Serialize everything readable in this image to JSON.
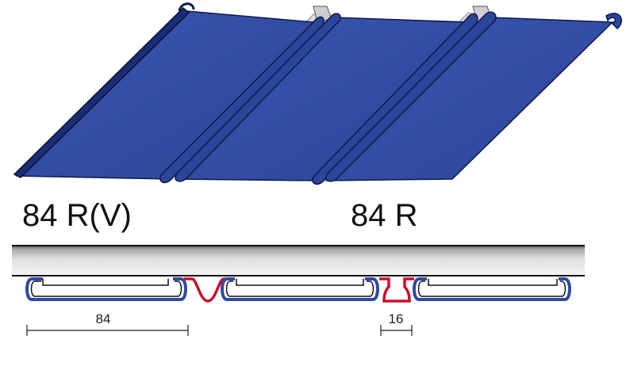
{
  "labels": {
    "left_profile": "84 R(V)",
    "right_profile": "84 R"
  },
  "dimensions": {
    "panel_width": "84",
    "gap_width": "16"
  },
  "colors": {
    "panel_blue": "#2f4aa0",
    "panel_blue_dark": "#1b2f78",
    "filler_grey": "#c8c8c8",
    "filler_red": "#c8102e",
    "outline": "#111111"
  }
}
